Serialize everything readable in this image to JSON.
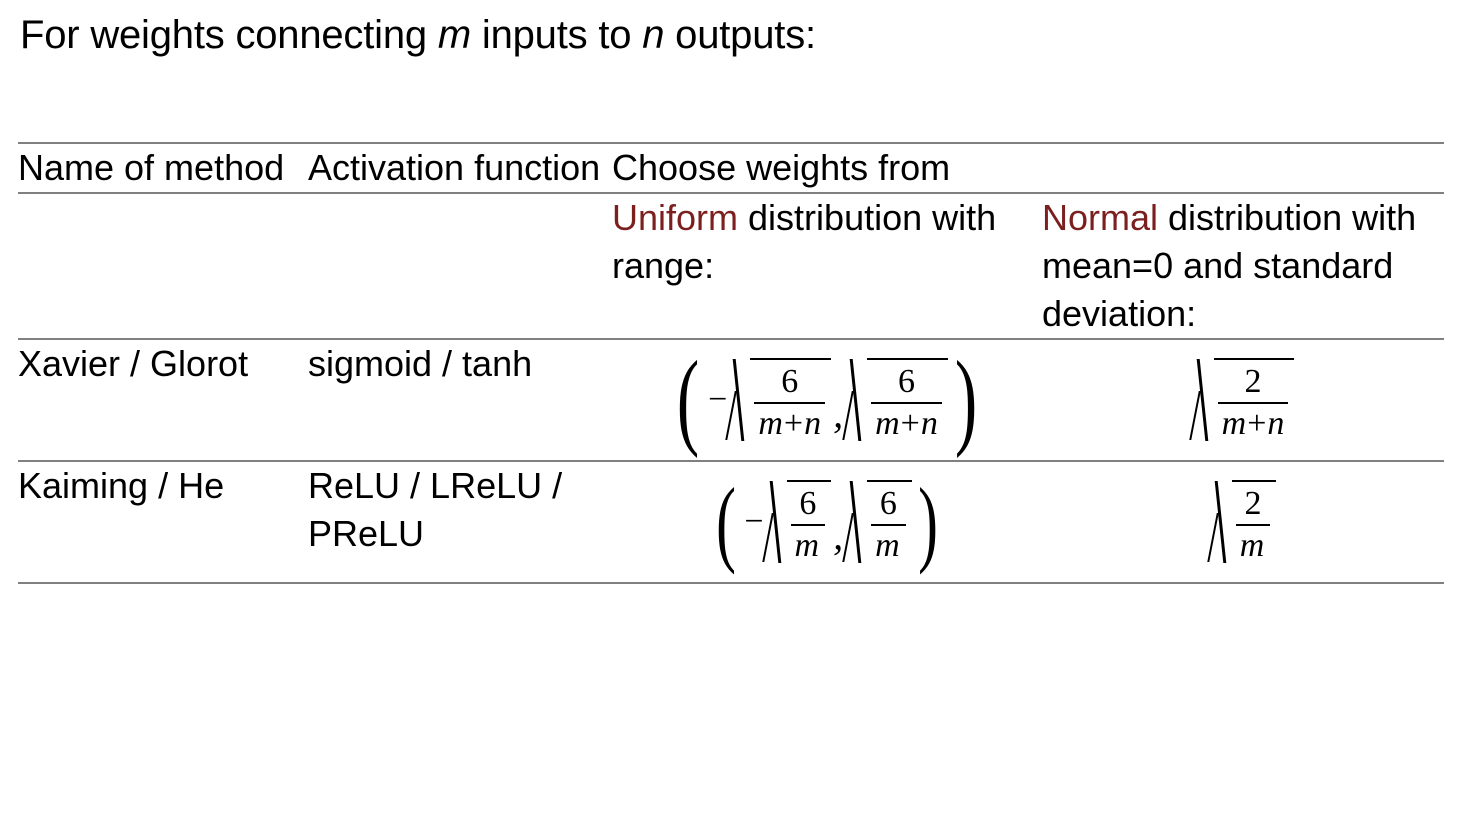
{
  "title": {
    "prefix": "For weights connecting ",
    "var1": "m",
    "middle": " inputs to ",
    "var2": "n",
    "suffix": " outputs:"
  },
  "colors": {
    "highlight": "#7B1F1F",
    "rule": "#808080",
    "text": "#000000",
    "background": "#FFFFFF"
  },
  "table": {
    "header_row_1": {
      "col1": "Name of method",
      "col2": "Activation function",
      "span_label": "Choose weights from"
    },
    "header_row_2": {
      "col1": "",
      "col2": "",
      "uniform_highlight": "Uniform",
      "uniform_rest": " distribution with range:",
      "normal_highlight": "Normal",
      "normal_rest": " distribution with mean=0 and standard deviation:"
    },
    "rows": [
      {
        "method": "Xavier / Glorot",
        "activation": "sigmoid / tanh",
        "uniform": {
          "open": "(",
          "sign": "−",
          "numerator": "6",
          "denominator_a": "m",
          "denominator_op": "+",
          "denominator_b": "n",
          "comma": ",",
          "close": ")"
        },
        "normal": {
          "numerator": "2",
          "denominator_a": "m",
          "denominator_op": "+",
          "denominator_b": "n"
        }
      },
      {
        "method": "Kaiming / He",
        "activation": "ReLU / LReLU / PReLU",
        "uniform": {
          "open": "(",
          "sign": "−",
          "numerator": "6",
          "denominator_a": "m",
          "denominator_op": "",
          "denominator_b": "",
          "comma": ",",
          "close": ")"
        },
        "normal": {
          "numerator": "2",
          "denominator_a": "m",
          "denominator_op": "",
          "denominator_b": ""
        }
      }
    ]
  }
}
